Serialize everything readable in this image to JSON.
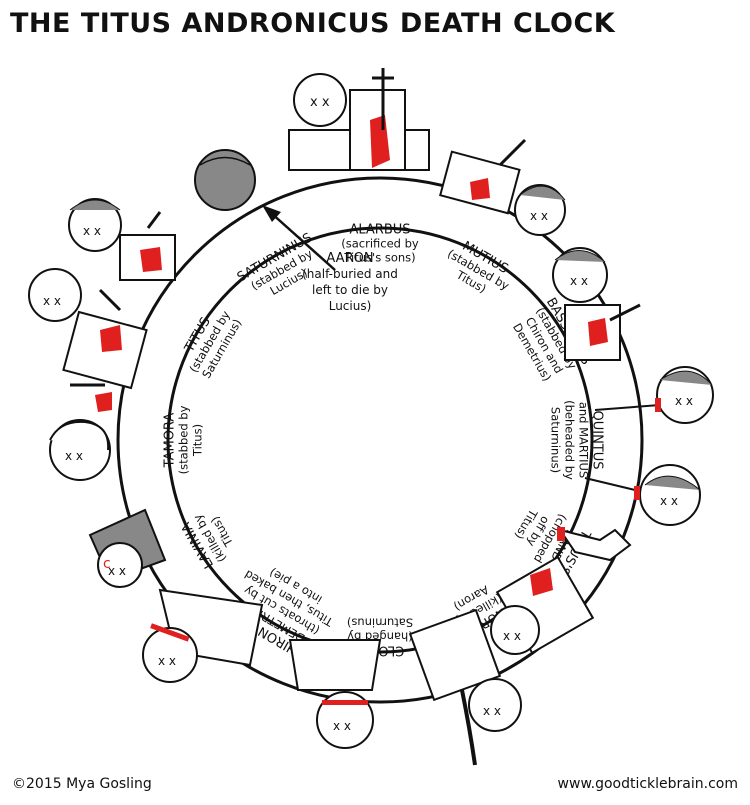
{
  "title": "THE TITUS ANDRONICUS DEATH CLOCK",
  "credit": "©2015 Mya Gosling",
  "website": "www.goodticklebrain.com",
  "center_note": {
    "lines": [
      "AARON",
      "(half-buried and",
      "left to die by",
      "Lucius)"
    ]
  },
  "deaths": [
    {
      "id": "alarbus",
      "lines": [
        "ALARBUS",
        "(sacrificed by",
        "Titus's sons)"
      ]
    },
    {
      "id": "mutius",
      "lines": [
        "MUTIUS",
        "(stabbed by",
        "Titus)"
      ]
    },
    {
      "id": "bassanius",
      "lines": [
        "BASSANIUS",
        "(stabbed by",
        "Chiron and",
        "Demetrius)"
      ]
    },
    {
      "id": "quintus-martius",
      "lines": [
        "QUINTUS",
        "and MARTIUS",
        "(beheaded by",
        "Saturninus)"
      ]
    },
    {
      "id": "titus-hand",
      "lines": [
        "TITUS'S",
        "HAND",
        "(chopped",
        "off by",
        "Titus)"
      ]
    },
    {
      "id": "nurse",
      "lines": [
        "NURSE",
        "(killed by",
        "Aaron)"
      ]
    },
    {
      "id": "clown",
      "lines": [
        "CLOWN",
        "(hanged by",
        "Saturninus)"
      ]
    },
    {
      "id": "chiron-demetrius",
      "lines": [
        "CHIRON AND",
        "DEMETRIUS",
        "(throats cut by",
        "Titus, then baked",
        "into a pie)"
      ]
    },
    {
      "id": "lavinia",
      "lines": [
        "LAVINIA",
        "(killed by",
        "Titus)"
      ]
    },
    {
      "id": "tamora",
      "lines": [
        "TAMORA",
        "(stabbed by",
        "Titus)"
      ]
    },
    {
      "id": "titus",
      "lines": [
        "TITUS",
        "(stabbed by",
        "Saturninus)"
      ]
    },
    {
      "id": "saturninus",
      "lines": [
        "SATURNINUS",
        "(stabbed by",
        "Lucius)"
      ]
    }
  ],
  "colors": {
    "ink": "#111111",
    "blood": "#e01f1f",
    "skin": "#ffffff",
    "hair": "#888888"
  }
}
